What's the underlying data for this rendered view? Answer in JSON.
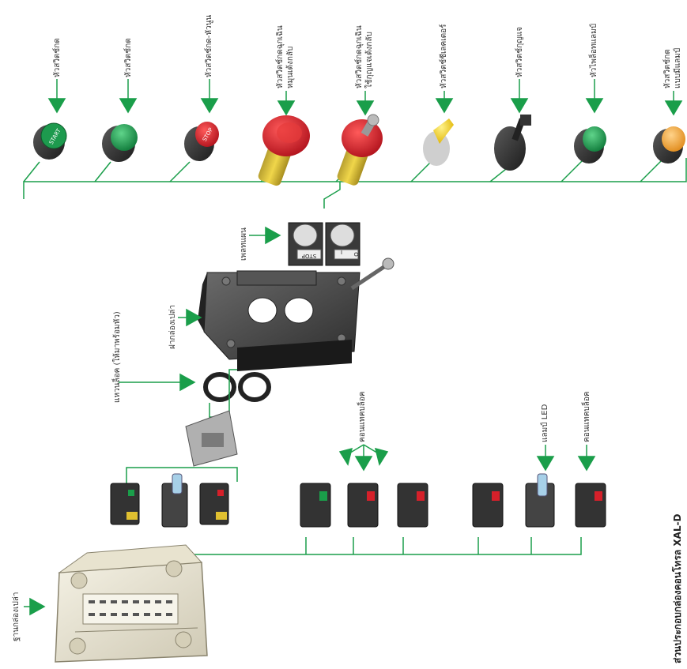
{
  "title": "ส่วนประกอบกล่องคอนโทรล XAL-D",
  "accent": "#1a9e4a",
  "line_color": "#1a9e4a",
  "heads": [
    {
      "label": "หัวสวิตช์กด",
      "cap": "START",
      "cap_color": "#1d9a4e"
    },
    {
      "label": "หัวสวิตช์กด",
      "cap": "",
      "cap_color": "#1d9a4e"
    },
    {
      "label": "หัวสวิตช์กด-หัวนูน",
      "cap": "STOP",
      "cap_color": "#d6202a"
    },
    {
      "label1": "หัวสวิตช์กดฉุกเฉิน",
      "label2": "หมุนเด้งกลับ",
      "cap_color": "#d6202a"
    },
    {
      "label1": "หัวสวิตช์กดฉุกเฉิน",
      "label2": "ใช้กุญแจเด้งกลับ",
      "cap_color": "#d6202a"
    },
    {
      "label": "หัวสวิตช์ซีเลคเตอร์",
      "cap_color": "#f5c400"
    },
    {
      "label": "หัวสวิตช์กุญแจ",
      "cap_color": "#222222"
    },
    {
      "label": "หัวไพล็อทแลมป์",
      "cap_color": "#2fae5c"
    },
    {
      "label1": "หัวสวิตช์กด",
      "label2": "แบบมีแลมป์",
      "cap_color": "#f5a623"
    }
  ],
  "labels": {
    "legend_plate": "เพลทแผน",
    "plate_stop": "STOP",
    "plate_o": "O",
    "plate_i": "I",
    "cover": "ฝากล่องเปล่า",
    "lock_ring": "แหวนล็อค (ให้มาพร้อมหัว)",
    "contact_block": "คอนแทคบล็อค",
    "led_lamp": "แลมป์ LED",
    "contact_block_2": "คอนแทคบล็อค",
    "base": "ฐานกล่องเปล่า"
  }
}
